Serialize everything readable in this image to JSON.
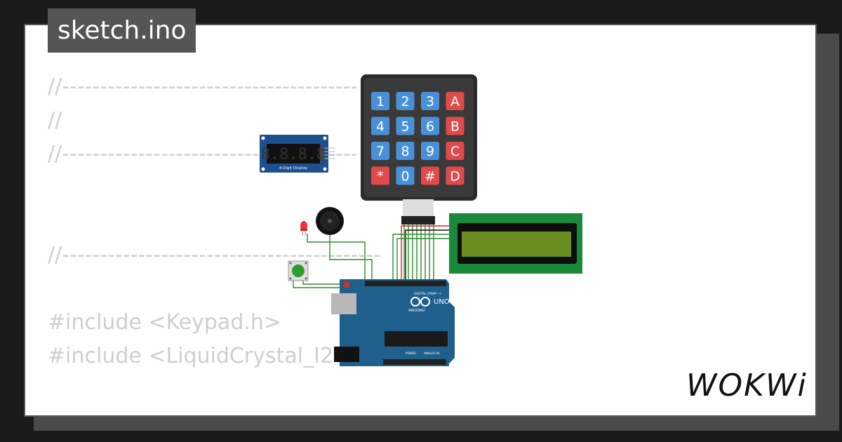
{
  "file": {
    "name": "sketch.ino"
  },
  "code_lines": [
    "//------------------------------------------------",
    "//",
    "//------------------------------------------------",
    "//------------------------------------------//",
    "#include <Keypad.h>",
    "#include <LiquidCrystal_I2C"
  ],
  "components": {
    "keypad": {
      "keys": [
        "1",
        "2",
        "3",
        "A",
        "4",
        "5",
        "6",
        "B",
        "7",
        "8",
        "9",
        "C",
        "*",
        "0",
        "#",
        "D"
      ],
      "digit_color": "#4a90d9",
      "letter_color": "#e04a4a"
    },
    "seven_segment": {
      "digits": "8.8.8.8",
      "label": "4-Digit Display"
    },
    "arduino": {
      "brand": "ARDUINO",
      "model": "UNO",
      "header_label": "DIGITAL (PWM ~)",
      "power_label": "POWER",
      "analog_label": "ANALOG IN"
    },
    "lcd": {
      "text": ""
    }
  },
  "brand": {
    "logo": "WOKWi"
  },
  "colors": {
    "background": "#1a1a1a",
    "card": "#ffffff",
    "lcd_screen": "#6b8e23",
    "board": "#1f5f8b"
  }
}
